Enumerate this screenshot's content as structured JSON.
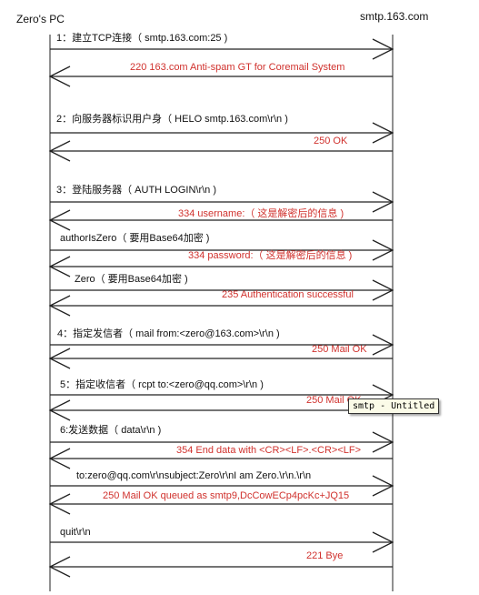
{
  "actors": {
    "left": "Zero's PC",
    "right": "smtp.163.com"
  },
  "colors": {
    "request_text": "#111111",
    "response_text": "#d0312d",
    "line": "#222222"
  },
  "messages": [
    {
      "text": "1：建立TCP连接（ smtp.163.com:25 )",
      "dir": "right",
      "color": "black"
    },
    {
      "text": "220 163.com Anti-spam GT for Coremail System",
      "dir": "left",
      "color": "red"
    },
    {
      "text": "2：向服务器标识用户身（ HELO smtp.163.com\\r\\n )",
      "dir": "right",
      "color": "black"
    },
    {
      "text": "250 OK",
      "dir": "left",
      "color": "red"
    },
    {
      "text": "3：登陆服务器（ AUTH LOGIN\\r\\n )",
      "dir": "right",
      "color": "black"
    },
    {
      "text": "334 username:（ 这是解密后的信息 )",
      "dir": "left",
      "color": "red"
    },
    {
      "text": "authorIsZero（ 要用Base64加密 )",
      "dir": "right",
      "color": "black"
    },
    {
      "text": "334 password:（ 这是解密后的信息 )",
      "dir": "left",
      "color": "red"
    },
    {
      "text": "Zero（ 要用Base64加密 )",
      "dir": "right",
      "color": "black"
    },
    {
      "text": "235 Authentication successful",
      "dir": "left",
      "color": "red"
    },
    {
      "text": "4：指定发信者（ mail from:<zero@163.com>\\r\\n )",
      "dir": "right",
      "color": "black"
    },
    {
      "text": "250 Mail OK",
      "dir": "left",
      "color": "red"
    },
    {
      "text": "5：指定收信者（ rcpt to:<zero@qq.com>\\r\\n )",
      "dir": "right",
      "color": "black"
    },
    {
      "text": "250 Mail OK",
      "dir": "left",
      "color": "red"
    },
    {
      "text": "6:发送数据（ data\\r\\n )",
      "dir": "right",
      "color": "black"
    },
    {
      "text": "354 End data with <CR><LF>.<CR><LF>",
      "dir": "left",
      "color": "red"
    },
    {
      "text": "to:zero@qq.com\\r\\nsubject:Zero\\r\\nI am Zero.\\r\\n.\\r\\n",
      "dir": "right",
      "color": "black"
    },
    {
      "text": "250 Mail OK queued as smtp9,DcCowECp4pcKc+JQ15",
      "dir": "left",
      "color": "red"
    },
    {
      "text": "quit\\r\\n",
      "dir": "right",
      "color": "black"
    },
    {
      "text": "221 Bye",
      "dir": "left",
      "color": "red"
    }
  ],
  "tooltip": "smtp - Untitled"
}
